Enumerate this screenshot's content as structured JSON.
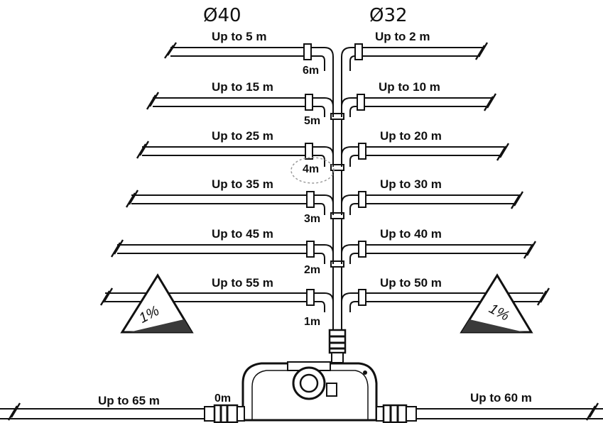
{
  "diagram": {
    "diameter_left": "Ø40",
    "diameter_right": "Ø32",
    "slope_left": "1%",
    "slope_right": "1%",
    "levels": [
      {
        "height": "6m",
        "left": "Up to 5 m",
        "right": "Up to 2 m"
      },
      {
        "height": "5m",
        "left": "Up to 15 m",
        "right": "Up to 10 m"
      },
      {
        "height": "4m",
        "left": "Up to 25 m",
        "right": "Up to 20 m"
      },
      {
        "height": "3m",
        "left": "Up to 35 m",
        "right": "Up to 30 m"
      },
      {
        "height": "2m",
        "left": "Up to 45 m",
        "right": "Up to 40 m"
      },
      {
        "height": "1m",
        "left": "Up to 55 m",
        "right": "Up to 50 m"
      }
    ],
    "base": {
      "height": "0m",
      "left": "Up to 65 m",
      "right": "Up to 60 m"
    }
  }
}
